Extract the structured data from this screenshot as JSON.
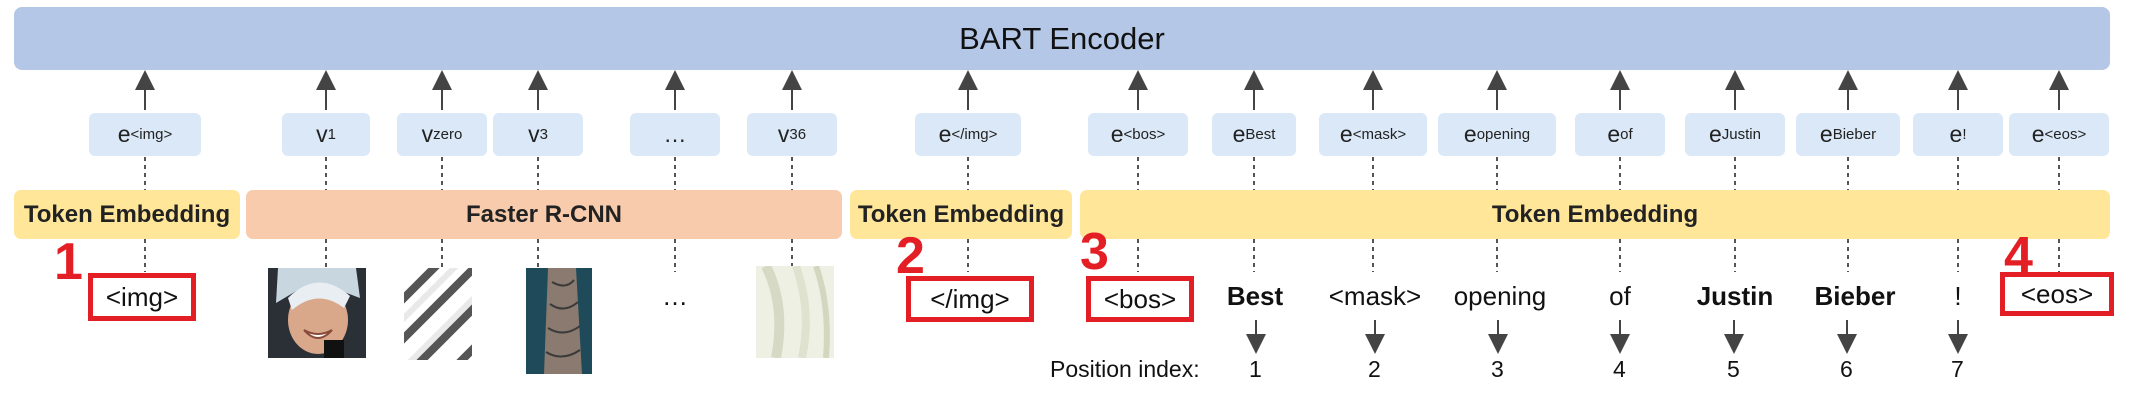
{
  "encoder": {
    "label": "BART Encoder"
  },
  "bands": {
    "token_embedding": "Token Embedding",
    "faster_rcnn": "Faster R-CNN"
  },
  "embeddings": [
    {
      "base": "e",
      "sub": "<img>"
    },
    {
      "base": "v",
      "sub": "1"
    },
    {
      "base": "v",
      "sub": "zero"
    },
    {
      "base": "v",
      "sub": "3"
    },
    {
      "base": "…",
      "sub": ""
    },
    {
      "base": "v",
      "sub": "36"
    },
    {
      "base": "e",
      "sub": "</img>"
    },
    {
      "base": "e",
      "sub": "<bos>"
    },
    {
      "base": "e",
      "sub": "Best"
    },
    {
      "base": "e",
      "sub": "<mask>"
    },
    {
      "base": "e",
      "sub": "opening"
    },
    {
      "base": "e",
      "sub": "of"
    },
    {
      "base": "e",
      "sub": "Justin"
    },
    {
      "base": "e",
      "sub": "Bieber"
    },
    {
      "base": "e",
      "sub": "!"
    },
    {
      "base": "e",
      "sub": "<eos>"
    }
  ],
  "tokens": {
    "img": "<img>",
    "ellipsis": "…",
    "end_img": "</img>",
    "bos": "<bos>",
    "best": "Best",
    "mask": "<mask>",
    "opening": "opening",
    "of": "of",
    "justin": "Justin",
    "bieber": "Bieber",
    "excl": "!",
    "eos": "<eos>"
  },
  "markers": [
    "1",
    "2",
    "3",
    "4"
  ],
  "position": {
    "label": "Position index:",
    "indices": [
      "1",
      "2",
      "3",
      "4",
      "5",
      "6",
      "7"
    ]
  },
  "colors": {
    "encoder": "#b4c7e7",
    "embedding_box": "#dae8f7",
    "token_band": "#ffe699",
    "rcnn_band": "#f8cbad",
    "highlight": "#e41e25"
  }
}
